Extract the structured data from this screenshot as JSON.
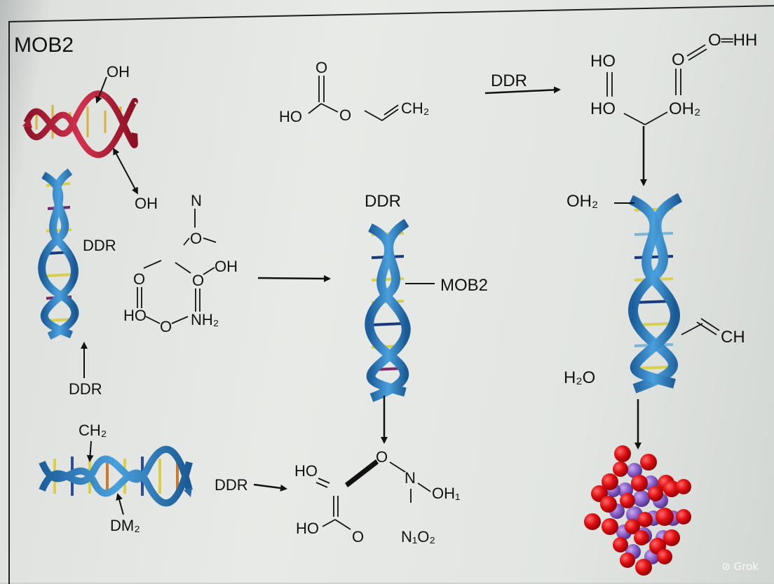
{
  "title": "MOB2",
  "labels": {
    "oh_top": "OH",
    "oh_mid": "OH",
    "ddr_left_helix": "DDR",
    "ddr_up_arrow": "DDR",
    "ch2_bottom": "CH₂",
    "dm2_bottom": "DM₂",
    "ddr_bottom_arrow": "DDR",
    "carbonate_o_top": "O",
    "carbonate_ho": "HO",
    "carbonate_o": "O",
    "vinyl_ch2": "CH₂",
    "ddr_top_arrow": "DDR",
    "diol_ho1": "HO",
    "diol_ho2": "HO",
    "diol_o_hh": "O═HH",
    "diol_o": "O",
    "diol_oh2": "OH₂",
    "ring_n": "N",
    "ring_o_top": "O",
    "ring_o_left": "O",
    "ring_o_right": "O",
    "ring_oh": "OH",
    "ring_ho": "HO",
    "ring_o_bottom": "O",
    "ring_nh2": "NH₂",
    "ddr_center": "DDR",
    "mob2_center": "MOB2",
    "prod_o_top": "O",
    "prod_n": "N",
    "prod_oh1": "OH₁",
    "prod_ho_top": "HO",
    "prod_ho_bottom": "HO",
    "prod_o_bottom": "O",
    "prod_no2": "N₁O₂",
    "right_oh2": "OH₂",
    "right_ch": "CH",
    "right_h2o": "H₂O",
    "watermark": "⊘ Grok"
  }
}
